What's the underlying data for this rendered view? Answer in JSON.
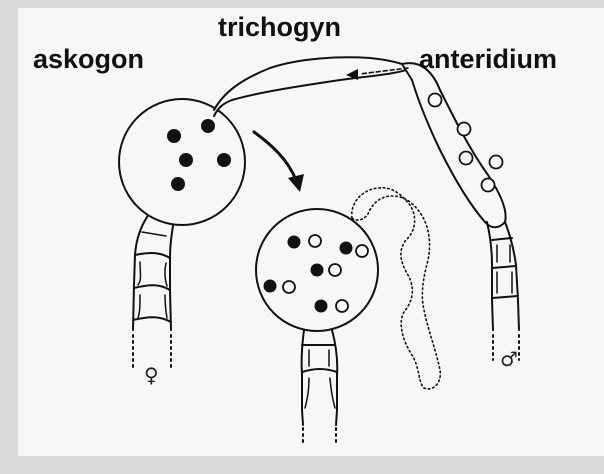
{
  "labels": {
    "trichogyn": "trichogyn",
    "askogon": "askogon",
    "anteridium": "anteridium"
  },
  "symbols": {
    "female": "♀",
    "male": "♂"
  },
  "colors": {
    "background": "#d9d9d9",
    "panel": "#f7f7f7",
    "ink": "#111111"
  }
}
